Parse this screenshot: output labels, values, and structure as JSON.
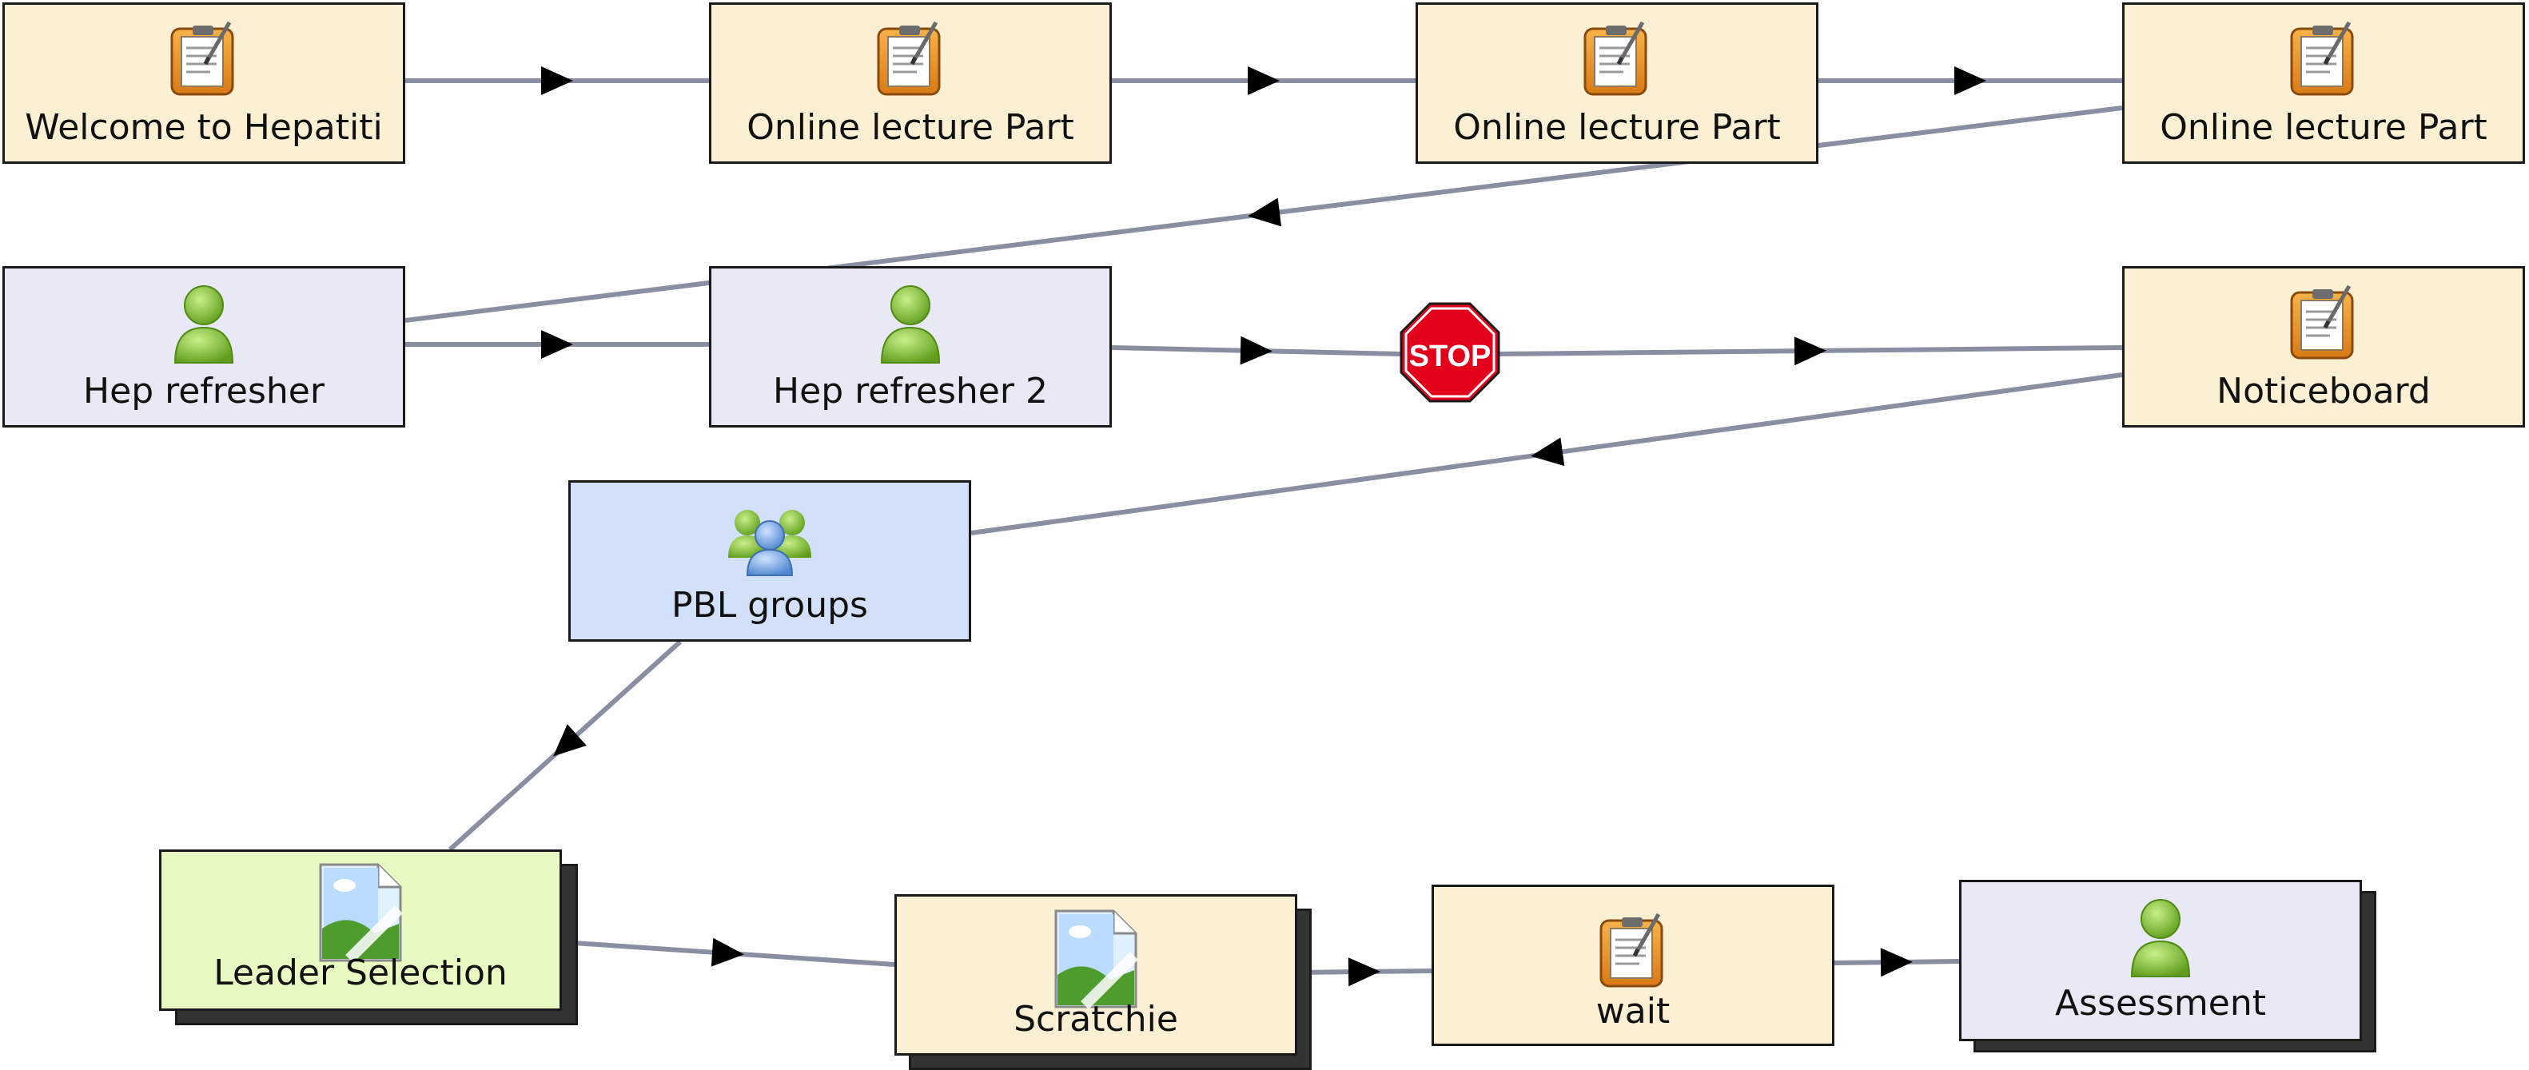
{
  "colors": {
    "notebook": "#fbf0d4",
    "person": "#e9e8f5",
    "group": "#d2e0fa",
    "image_green": "#e9f9c2",
    "connector": "#8a8ea2",
    "stop_red": "#e2001a"
  },
  "nodes": [
    {
      "id": "welcome",
      "label": "Welcome to Hepatiti",
      "icon": "notebook-icon"
    },
    {
      "id": "lecture1",
      "label": "Online lecture Part",
      "icon": "notebook-icon"
    },
    {
      "id": "lecture2",
      "label": "Online lecture Part",
      "icon": "notebook-icon"
    },
    {
      "id": "lecture3",
      "label": "Online lecture Part",
      "icon": "notebook-icon"
    },
    {
      "id": "hep1",
      "label": "Hep refresher",
      "icon": "person-icon"
    },
    {
      "id": "hep2",
      "label": "Hep refresher 2",
      "icon": "person-icon"
    },
    {
      "id": "notice",
      "label": "Noticeboard",
      "icon": "notebook-icon"
    },
    {
      "id": "pbl",
      "label": "PBL groups",
      "icon": "group-icon"
    },
    {
      "id": "leader",
      "label": "Leader Selection",
      "icon": "image-file-icon"
    },
    {
      "id": "scratchie",
      "label": "Scratchie",
      "icon": "image-file-icon"
    },
    {
      "id": "wait",
      "label": "wait",
      "icon": "notebook-icon"
    },
    {
      "id": "assessment",
      "label": "Assessment",
      "icon": "person-icon"
    }
  ],
  "stop": {
    "label": "STOP"
  },
  "edges": [
    {
      "from": "welcome",
      "to": "lecture1"
    },
    {
      "from": "lecture1",
      "to": "lecture2"
    },
    {
      "from": "lecture2",
      "to": "lecture3"
    },
    {
      "from": "lecture3",
      "to": "hep1"
    },
    {
      "from": "hep1",
      "to": "hep2"
    },
    {
      "from": "hep2",
      "to": "stop"
    },
    {
      "from": "stop",
      "to": "notice"
    },
    {
      "from": "notice",
      "to": "pbl"
    },
    {
      "from": "pbl",
      "to": "leader"
    },
    {
      "from": "leader",
      "to": "scratchie"
    },
    {
      "from": "scratchie",
      "to": "wait"
    },
    {
      "from": "wait",
      "to": "assessment"
    }
  ]
}
